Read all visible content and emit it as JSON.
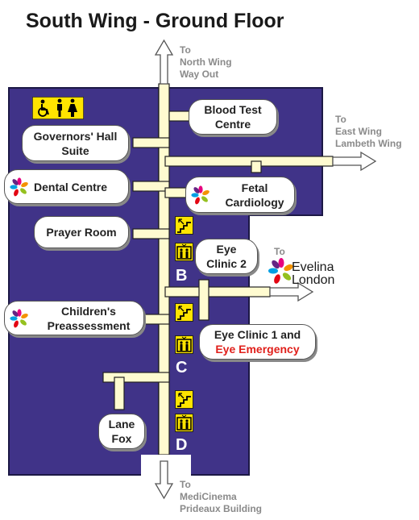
{
  "title": "South Wing - Ground Floor",
  "colors": {
    "floor": "#403388",
    "corridor": "#fffbd0",
    "accent_red": "#e0201b",
    "sign_yellow": "#ffe400"
  },
  "directions": {
    "north": {
      "to": "To",
      "line1": "North Wing",
      "line2": "Way Out"
    },
    "east": {
      "to": "To",
      "line1": "East Wing",
      "line2": "Lambeth Wing"
    },
    "evelina": {
      "to": "To",
      "brand_line1": "Evelina",
      "brand_line2": "London"
    },
    "south": {
      "to": "To",
      "line1": "MediCinema",
      "line2": "Prideaux Building"
    }
  },
  "rooms": {
    "blood_test": {
      "line1": "Blood Test",
      "line2": "Centre"
    },
    "governors_hall": {
      "line1": "Governors' Hall",
      "line2": "Suite"
    },
    "dental": {
      "line1": "Dental Centre"
    },
    "fetal": {
      "line1": "Fetal",
      "line2": "Cardiology"
    },
    "prayer": {
      "line1": "Prayer Room"
    },
    "eye_clinic_2": {
      "line1": "Eye",
      "line2": "Clinic 2"
    },
    "childrens": {
      "line1": "Children's",
      "line2": "Preassessment"
    },
    "eye_clinic_1": {
      "line1": "Eye Clinic 1 and",
      "line2": "Eye Emergency"
    },
    "lane_fox": {
      "line1": "Lane",
      "line2": "Fox"
    }
  },
  "zones": [
    "B",
    "C",
    "D"
  ],
  "icons": [
    "accessible-toilet-icon",
    "stairs-icon",
    "lift-icon",
    "flower-logo-icon"
  ]
}
